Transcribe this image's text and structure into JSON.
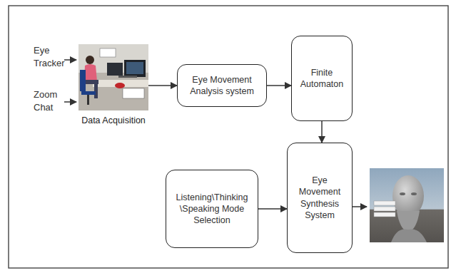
{
  "diagram": {
    "nodes": [
      {
        "text": [
          "Data Acquisition"
        ]
      },
      {
        "text": [
          "Eye Movement Analysis system"
        ]
      },
      {
        "text": [
          "Finite Automaton"
        ]
      },
      {
        "text": [
          "Listening\\Thinking \\Speaking Mode Selection"
        ]
      },
      {
        "text": [
          "Eye Movement Synthesis System"
        ]
      }
    ],
    "edges": [
      {
        "from": 0,
        "to": 1,
        "arrow": "to"
      },
      {
        "from": 1,
        "to": 2,
        "arrow": "to"
      },
      {
        "from": 2,
        "to": 4,
        "arrow": "to"
      },
      {
        "from": 3,
        "to": 4,
        "arrow": "to"
      }
    ],
    "labels": [
      "Eye Tracker",
      "Zoom Chat"
    ]
  }
}
